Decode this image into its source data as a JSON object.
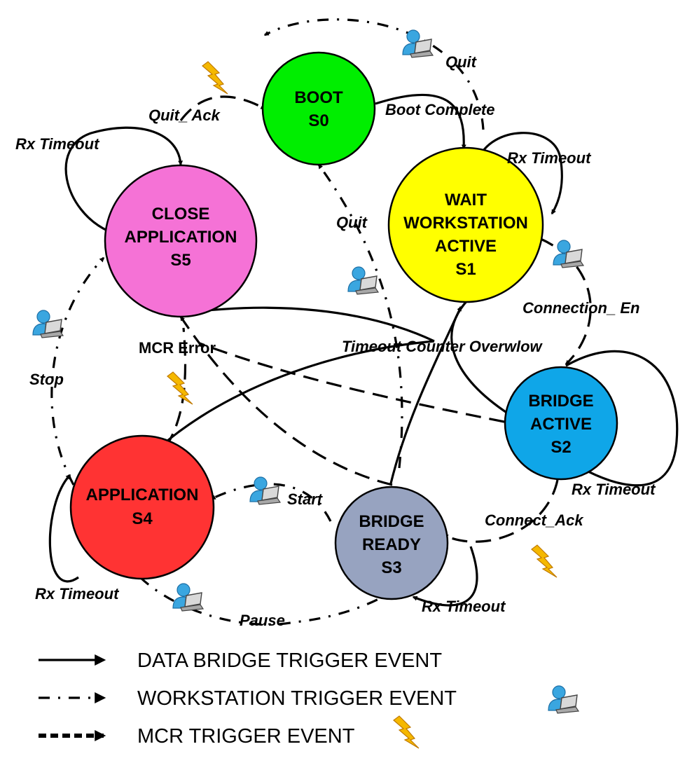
{
  "states": {
    "s0": {
      "line1": "BOOT",
      "line2": "S0",
      "color": "#00ee00"
    },
    "s1": {
      "line1": "WAIT",
      "line2": "WORKSTATION",
      "line3": "ACTIVE",
      "line4": "S1",
      "color": "#ffff00"
    },
    "s2": {
      "line1": "BRIDGE",
      "line2": "ACTIVE",
      "line3": "S2",
      "color": "#0fa6e8"
    },
    "s3": {
      "line1": "BRIDGE",
      "line2": "READY",
      "line3": "S3",
      "color": "#97a3c0"
    },
    "s4": {
      "line1": "APPLICATION",
      "line2": "S4",
      "color": "#ff3333"
    },
    "s5": {
      "line1": "CLOSE",
      "line2": "APPLICATION",
      "line3": "S5",
      "color": "#f572d6"
    }
  },
  "transitions": {
    "quit_top": "Quit",
    "quit_ack": "Quit_ Ack",
    "boot_complete": "Boot Complete",
    "rx_timeout_s5": "Rx Timeout",
    "rx_timeout_s1": "Rx Timeout",
    "quit_mid": "Quit",
    "connection_en": "Connection_ En",
    "timeout_overflow": "Timeout Counter Overwlow",
    "mcr_error": "MCR Error",
    "stop": "Stop",
    "rx_timeout_s2": "Rx Timeout",
    "start": "Start",
    "connect_ack": "Connect_Ack",
    "rx_timeout_s4": "Rx Timeout",
    "rx_timeout_s3": "Rx Timeout",
    "pause": "Pause"
  },
  "legend": {
    "data_bridge": "DATA BRIDGE TRIGGER EVENT",
    "workstation": "WORKSTATION TRIGGER EVENT",
    "mcr": "MCR TRIGGER EVENT"
  },
  "colors": {
    "workstation_icon": "#3aa6e0",
    "mcr_icon": "#f5b800"
  }
}
